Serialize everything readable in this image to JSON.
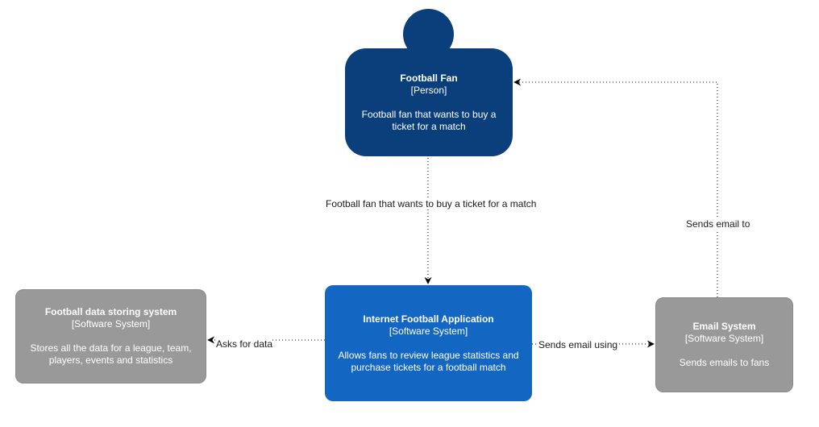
{
  "colors": {
    "person": "#0b3f7c",
    "app": "#1366c2",
    "external": "#999999",
    "edge": "#000000"
  },
  "nodes": {
    "person": {
      "title": "Football Fan",
      "type": "[Person]",
      "description": "Football fan that wants to buy a ticket for a match"
    },
    "app": {
      "title": "Internet Football Application",
      "type": "[Software System]",
      "description": "Allows fans to review league statistics and purchase tickets for a football match"
    },
    "data": {
      "title": "Football data storing system",
      "type": "[Software System]",
      "description": "Stores all the data for a league, team, players, events and statistics"
    },
    "email": {
      "title": "Email System",
      "type": "[Software System]",
      "description": "Sends emails to fans"
    }
  },
  "edges": {
    "fan_to_app": {
      "label": "Football fan that wants to buy a ticket for a match"
    },
    "email_to_fan": {
      "label": "Sends email to"
    },
    "app_to_data": {
      "label": "Asks for data"
    },
    "app_to_email": {
      "label": "Sends email using"
    }
  }
}
